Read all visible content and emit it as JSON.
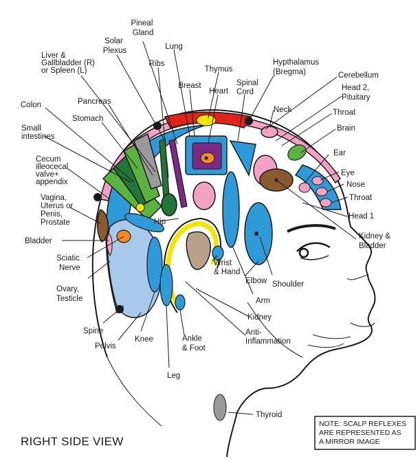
{
  "view_title": "RIGHT SIDE VIEW",
  "note_lines": [
    "NOTE: SCALP REFLEXES",
    "ARE REPRESENTED AS",
    "A MIRROR IMAGE"
  ],
  "labels": {
    "pineal_gland": [
      "Pineal",
      "Gland"
    ],
    "solar_plexus": [
      "Solar",
      "Plexus"
    ],
    "lung": "Lung",
    "liver": [
      "Liver &",
      "Gallbladder (R)",
      "or Spleen (L)"
    ],
    "ribs": "Ribs",
    "thymus": "Thymus",
    "hypthalamus": [
      "Hypthalamus",
      "(Bregma)"
    ],
    "cerebellum": "Cerebellum",
    "breast": "Breast",
    "heart": "Heart",
    "spinal_cord": [
      "Spinal",
      "Cord"
    ],
    "head2": [
      "Head 2,",
      "Pituitary"
    ],
    "colon": "Colon",
    "pancreas": "Pancreas",
    "neck": "Neck",
    "throat_top": "Throat",
    "stomach": "Stomach",
    "brain": "Brain",
    "small_intestines": [
      "Small",
      "intestines"
    ],
    "ear": "Ear",
    "cecum": [
      "Cecum",
      "illeocecal",
      "valve+",
      "appendix"
    ],
    "eye": "Eye",
    "nose": "Nose",
    "throat_right": "Throat",
    "vagina": [
      "Vagina,",
      "Uterus or",
      "Penis,",
      "Prostate"
    ],
    "head1": "Head 1",
    "hip": "Hip",
    "bladder": "Bladder",
    "sciatic": [
      "Sciatic",
      "Nerve"
    ],
    "kidney_bladder": [
      "Kidney &",
      "Bladder"
    ],
    "wrist_hand": [
      "Wrist",
      "& Hand"
    ],
    "elbow": "Elbow",
    "shoulder": "Shoulder",
    "ovary": [
      "Ovary,",
      "Testicle"
    ],
    "arm": "Arm",
    "kidney": "Kidney",
    "spine": "Spine",
    "anti_inflammation": [
      "Anti-",
      "Inflammation"
    ],
    "pelvis": "Pelvis",
    "knee": "Knee",
    "ankle_foot": [
      "Ankle",
      "& Foot"
    ],
    "leg": "Leg",
    "thyroid": "Thyroid"
  },
  "colors": {
    "outline": "#1a1a1a",
    "zone_blue": "#2e9ad8",
    "light_blue": "#a9c9ea",
    "green": "#5ab33e",
    "dark_green": "#23763a",
    "yellow": "#f2e600",
    "red": "#e2231a",
    "purple": "#7b2b86",
    "orange": "#f58a1f",
    "pink": "#f2a0c4",
    "gray": "#9a9a9a",
    "brown": "#8a5a2e",
    "tan": "#b8a08a"
  }
}
